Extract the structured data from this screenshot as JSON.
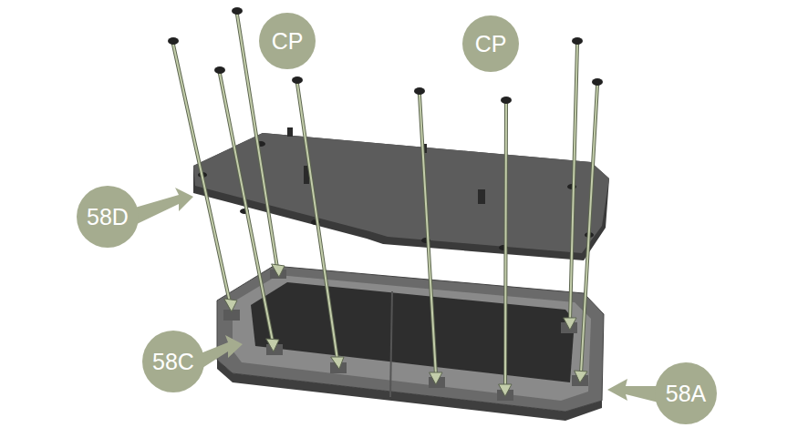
{
  "diagram": {
    "nodes": [
      {
        "text": [
          "CP"
        ]
      },
      {
        "text": [
          "CP"
        ]
      },
      {
        "text": [
          "58D"
        ]
      },
      {
        "text": [
          "58C"
        ]
      },
      {
        "text": [
          "58A"
        ]
      }
    ]
  }
}
